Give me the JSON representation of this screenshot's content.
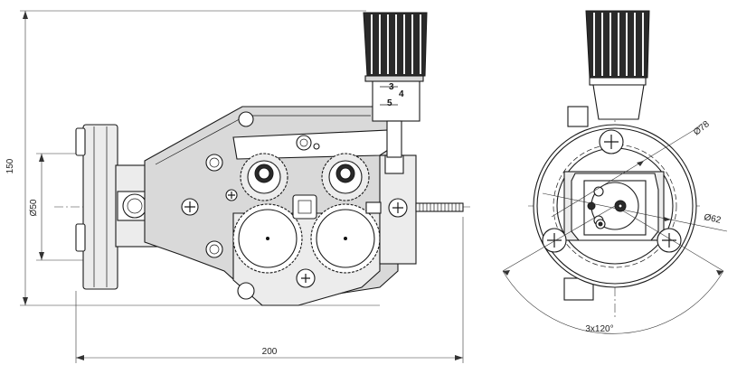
{
  "dimensions": {
    "height_total": "150",
    "bore_diameter": "Ø50",
    "length_total": "200",
    "outer_diameter": "Ø78",
    "inner_diameter": "Ø62",
    "bolt_pattern": "3x120°"
  },
  "knob_scale": {
    "top_value": "3",
    "mid_value": "4",
    "bottom_value": "5"
  }
}
